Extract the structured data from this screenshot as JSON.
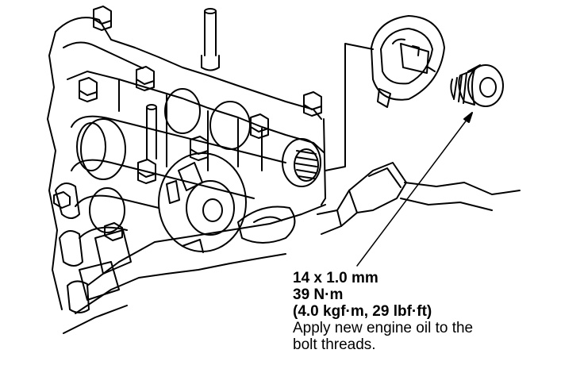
{
  "callout": {
    "size": "14 x 1.0 mm",
    "torque_nm": "39 N·m",
    "torque_alt": "(4.0 kgf·m, 29 lbf·ft)",
    "note_line1": "Apply new engine oil to the",
    "note_line2": "bolt threads."
  }
}
